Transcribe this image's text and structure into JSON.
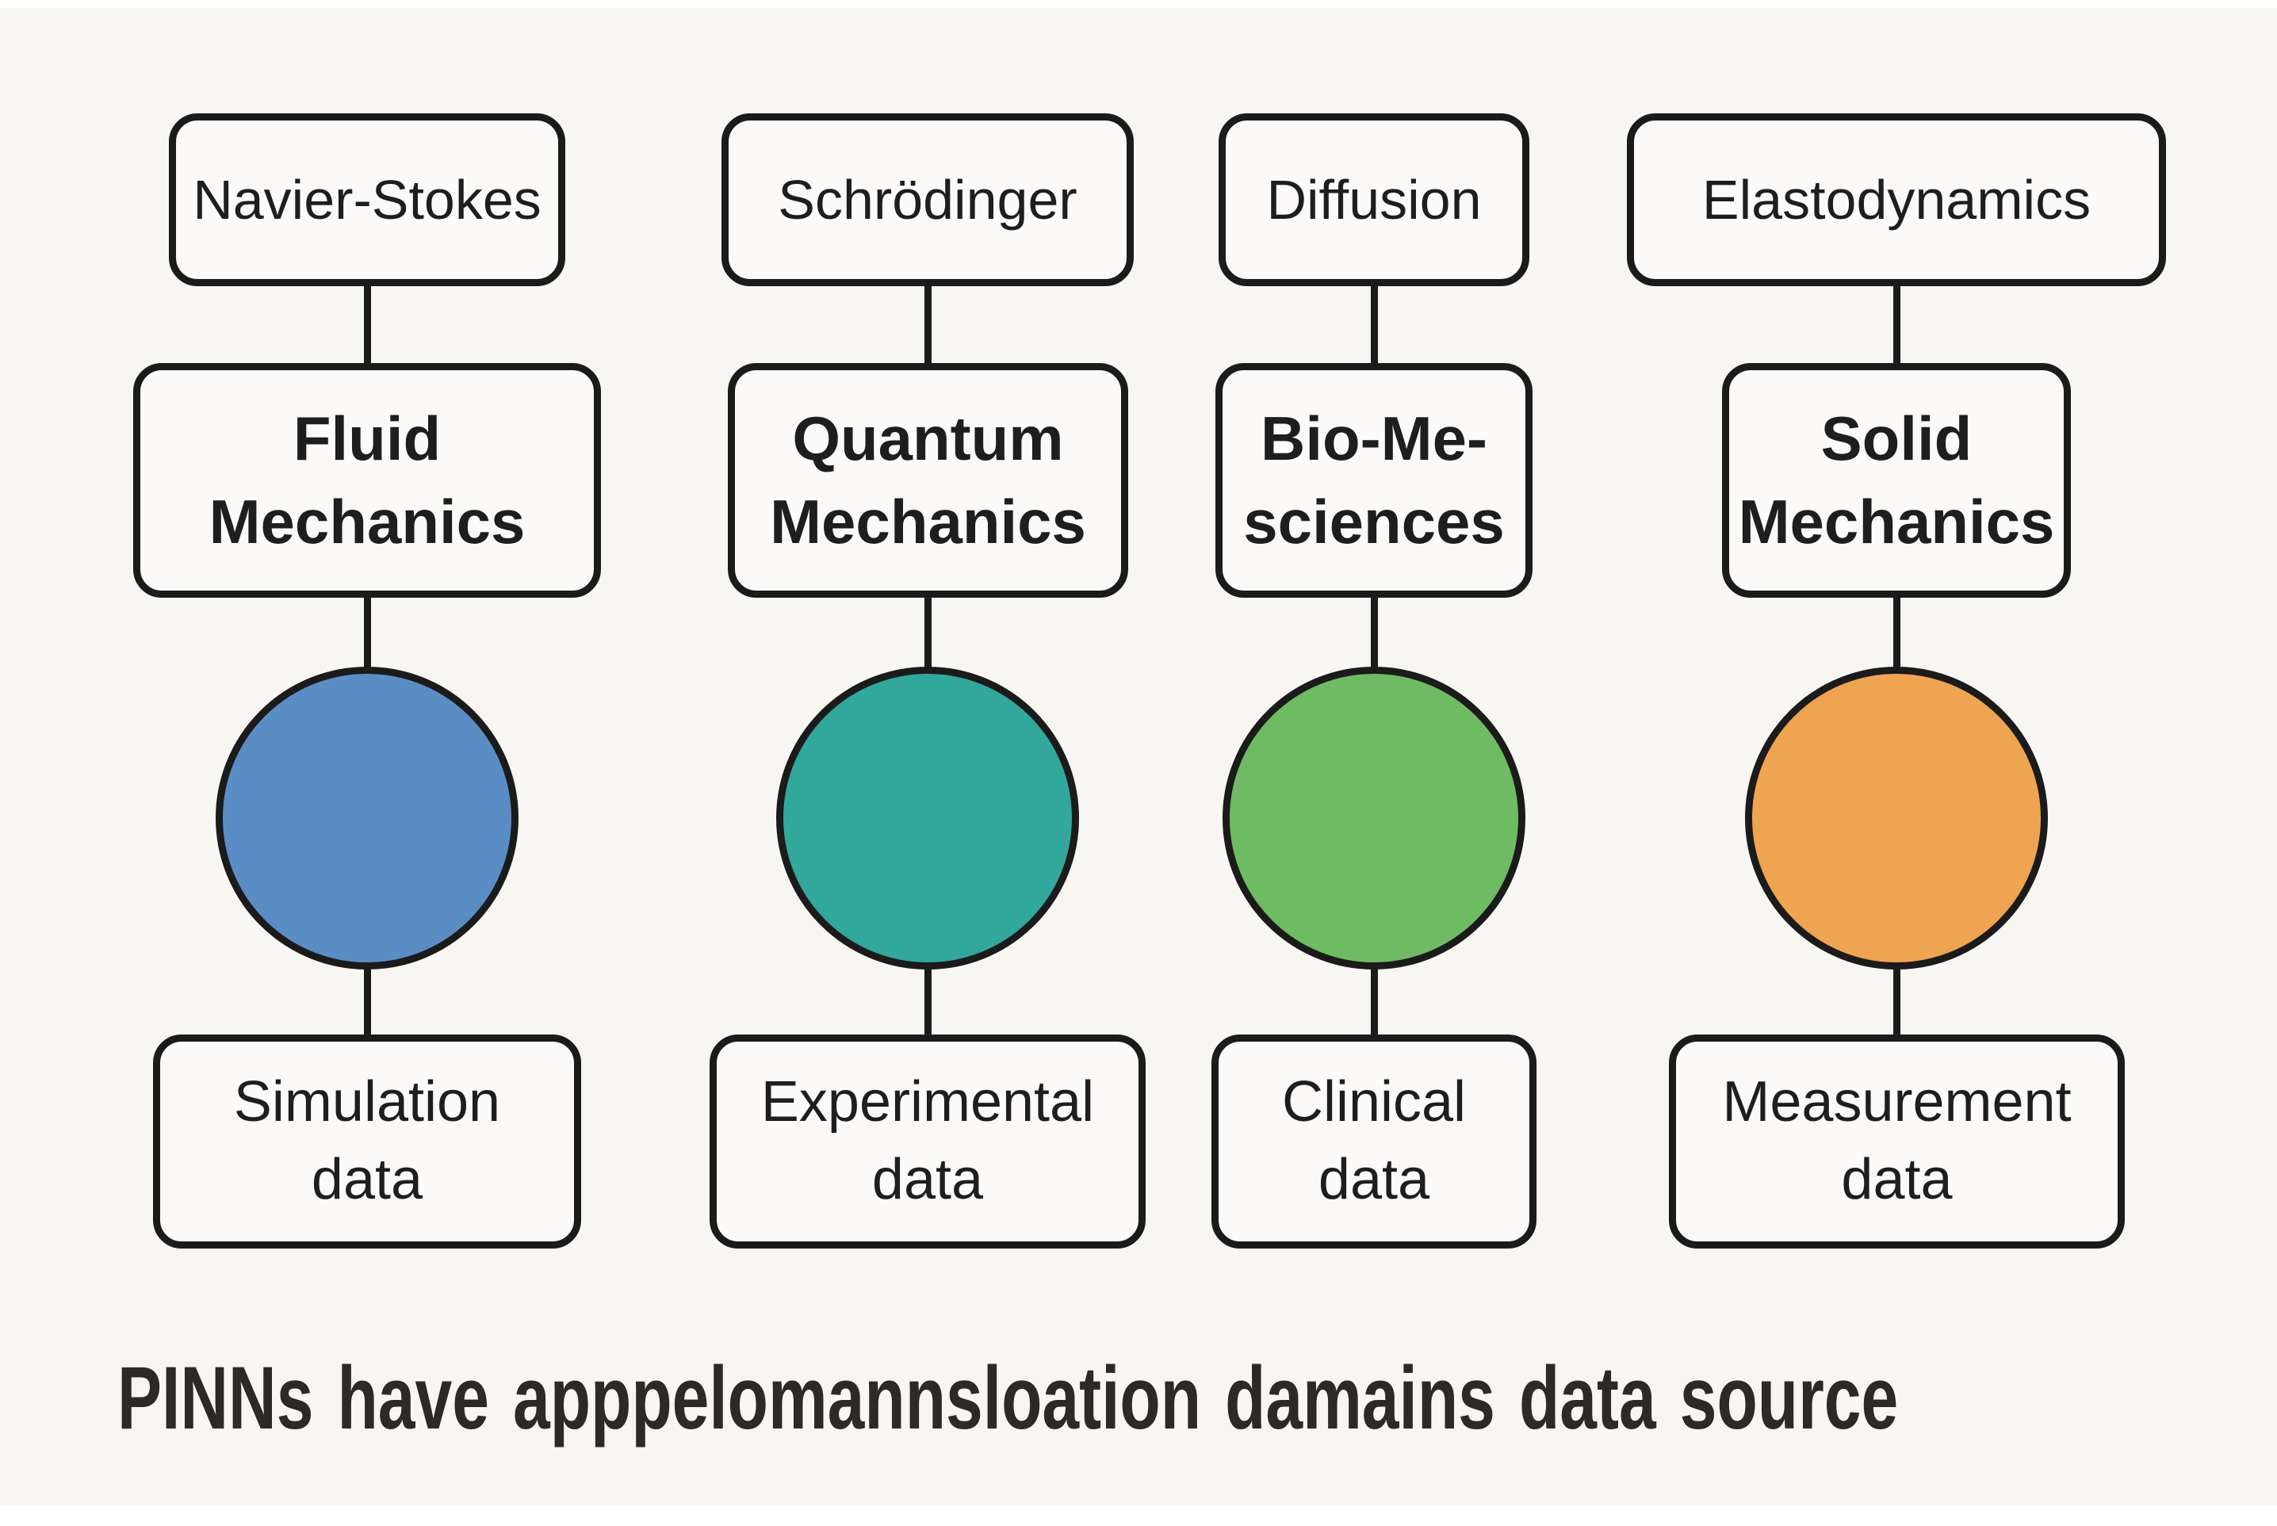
{
  "figure": {
    "caption": "PINNs have apppelomannsloation damains data source"
  },
  "columns": [
    {
      "equation": "Navier-Stokes",
      "domain": "Fluid\nMechanics",
      "circle_color": "#5b8dc5",
      "data_source": "Simulation\ndata"
    },
    {
      "equation": "Schrödinger",
      "domain": "Quantum\nMechanics",
      "circle_color": "#32a79c",
      "data_source": "Experimental\ndata"
    },
    {
      "equation": "Diffusion",
      "domain": "Bio-Me-\nsciences",
      "circle_color": "#6fbb63",
      "data_source": "Clinical\ndata"
    },
    {
      "equation": "Elastodynamics",
      "domain": "Solid\nMechanics",
      "circle_color": "#efa451",
      "data_source": "Measurement\ndata"
    }
  ],
  "colors": {
    "background": "#f8f6f3",
    "outline": "#1b1b1b",
    "box_fill": "#fbfaf9"
  }
}
